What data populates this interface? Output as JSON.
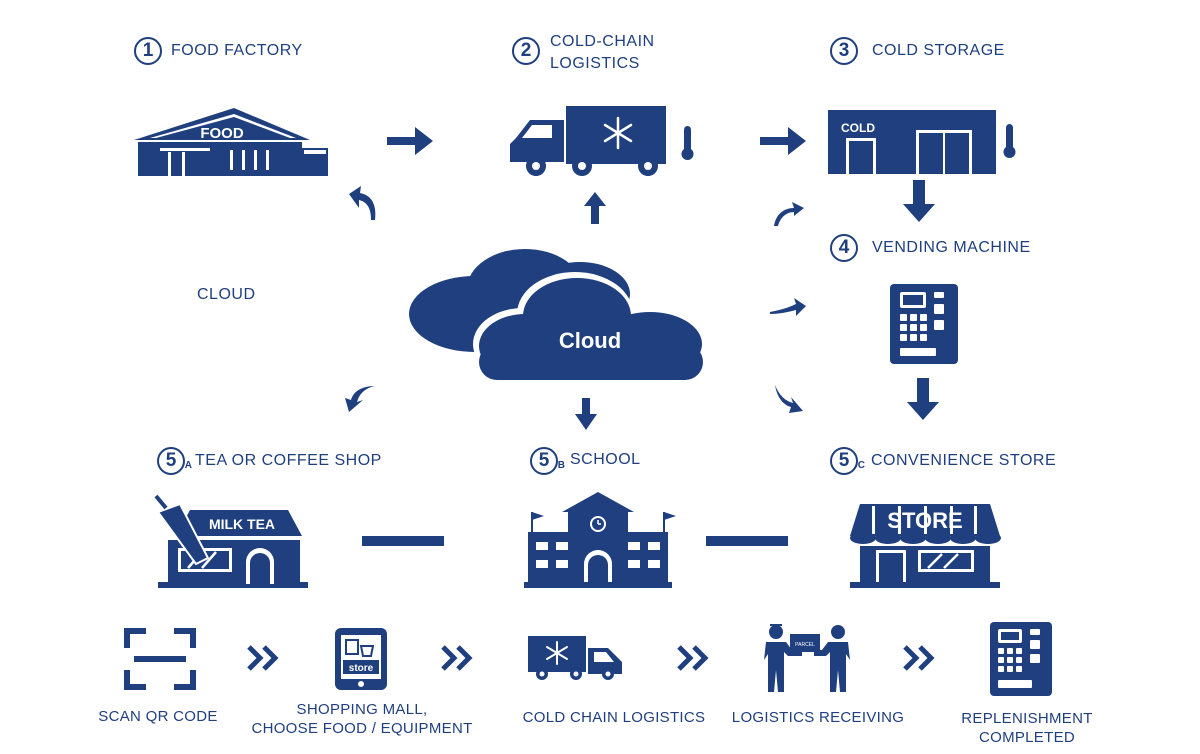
{
  "colors": {
    "primary": "#1f3f7f",
    "accent": "#ffffff"
  },
  "nodes": {
    "n1": {
      "number": "1",
      "sub": "",
      "label": "FOOD FACTORY",
      "sign": "FOOD"
    },
    "n2": {
      "number": "2",
      "sub": "",
      "label": "COLD-CHAIN\nLOGISTICS"
    },
    "n3": {
      "number": "3",
      "sub": "",
      "label": "COLD STORAGE",
      "sign": "COLD"
    },
    "n4": {
      "number": "4",
      "sub": "",
      "label": "VENDING MACHINE"
    },
    "n5a": {
      "number": "5",
      "sub": "A",
      "label": "TEA OR COFFEE SHOP",
      "sign": "MILK TEA"
    },
    "n5b": {
      "number": "5",
      "sub": "B",
      "label": "SCHOOL"
    },
    "n5c": {
      "number": "5",
      "sub": "C",
      "label": "CONVENIENCE STORE",
      "sign": "STORE"
    }
  },
  "cloud": {
    "center_label": "Cloud",
    "side_label": "CLOUD"
  },
  "process": [
    {
      "label": "SCAN QR CODE",
      "icon": "qr-scan-icon"
    },
    {
      "label": "SHOPPING MALL,\nCHOOSE FOOD / EQUIPMENT",
      "icon": "tablet-store-icon",
      "screen_text": "store"
    },
    {
      "label": "COLD CHAIN LOGISTICS",
      "icon": "truck-icon"
    },
    {
      "label": "LOGISTICS RECEIVING",
      "icon": "handover-icon",
      "box_text": "PARCEL"
    },
    {
      "label": "REPLENISHMENT\nCOMPLETED",
      "icon": "vending-machine-icon"
    }
  ]
}
